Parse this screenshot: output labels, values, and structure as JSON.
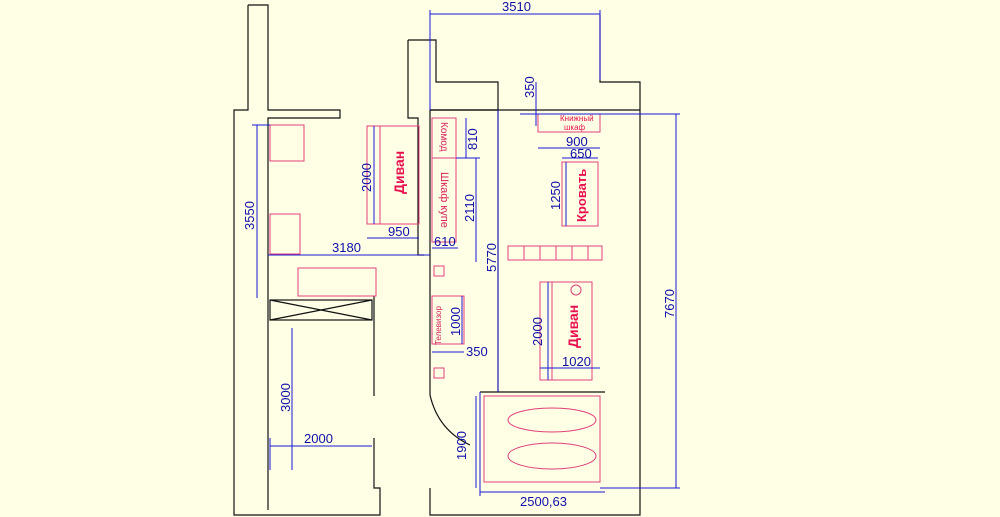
{
  "dimensions": {
    "top_width": "3510",
    "left_room_height": "3550",
    "left_width": "3180",
    "balcony_height": "3000",
    "balcony_width": "2000",
    "sofa_left_length": "2000",
    "sofa_left_depth": "950",
    "commode_depth": "810",
    "wardrobe_length": "2110",
    "wardrobe_depth": "610",
    "room_height": "5770",
    "top_offset": "350",
    "bookshelf_width": "900",
    "bed_width": "650",
    "bed_length": "1250",
    "total_height": "7670",
    "tv_length": "1000",
    "tv_depth": "350",
    "sofa_right_length": "2000",
    "sofa_right_depth": "1020",
    "bath_height": "1900",
    "bath_width": "2500,63"
  },
  "labels": {
    "sofa_left": "Диван",
    "commode": "Комод",
    "wardrobe": "Шкаф купе",
    "bookshelf_line1": "Книжный",
    "bookshelf_line2": "шкаф",
    "bed": "Кровать",
    "tv": "Телевизор",
    "sofa_right": "Диван"
  },
  "colors": {
    "background": "#ffffe6",
    "walls": "#111111",
    "furniture": "#e0407a",
    "dimensions": "#1a1ad6",
    "labels": "#e8104f"
  }
}
